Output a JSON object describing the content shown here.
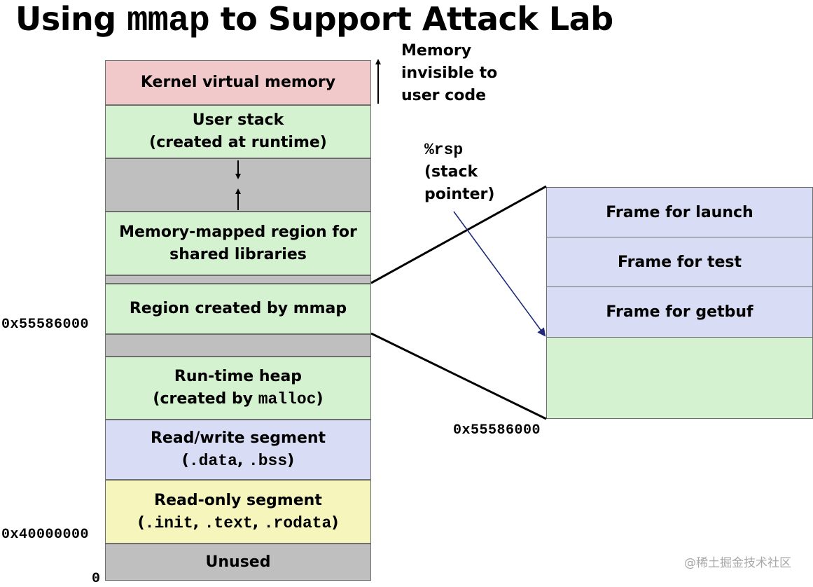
{
  "title": {
    "pre": "Using ",
    "code": "mmap",
    "post": " to Support Attack Lab"
  },
  "memory_layout": {
    "kernel": "Kernel virtual memory",
    "user_stack": {
      "line1": "User stack",
      "line2": "(created at runtime)"
    },
    "shared_libs": {
      "line1": "Memory-mapped region for",
      "line2": "shared libraries"
    },
    "mmap_region": "Region created by mmap",
    "heap": {
      "line1": "Run-time heap",
      "line2_pre": "(created by ",
      "line2_code": "malloc",
      "line2_post": ")"
    },
    "rw_segment": {
      "line1": "Read/write segment",
      "line2_pre": "(",
      "line2_code1": ".data",
      "line2_mid": ", ",
      "line2_code2": ".bss",
      "line2_post": ")"
    },
    "ro_segment": {
      "line1": "Read-only segment",
      "line2_pre": "(",
      "line2_code1": ".init",
      "line2_sep1": ", ",
      "line2_code2": ".text",
      "line2_sep2": ", ",
      "line2_code3": ".rodata",
      "line2_post": ")"
    },
    "unused": "Unused"
  },
  "addresses": {
    "mmap_base": "0x55586000",
    "text_base": "0x40000000",
    "zero": "0",
    "stack_bottom": "0x55586000"
  },
  "annotations": {
    "kernel_note": [
      "Memory",
      "invisible to",
      "user code"
    ],
    "rsp_code": "%rsp",
    "rsp_note": [
      "(stack",
      "pointer)"
    ]
  },
  "stack_frames": [
    "Frame for launch",
    "Frame for test",
    "Frame for getbuf",
    ""
  ],
  "watermark": "@稀土掘金技术社区",
  "colors": {
    "kernel": "#f2c9ca",
    "green": "#d4f2cf",
    "gray": "#bfbfbf",
    "blue": "#d8dcf4",
    "yellow": "#f5f5bc",
    "rsp_arrow": "#1f2a7a"
  }
}
